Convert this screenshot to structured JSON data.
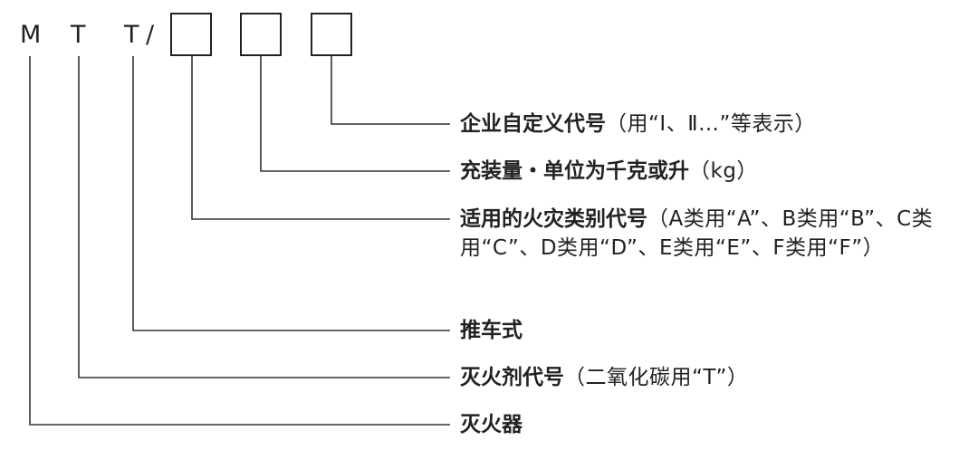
{
  "code": {
    "letter_1": "M",
    "letter_2": "T",
    "letter_3": "T",
    "slash": "/"
  },
  "descriptions": {
    "d1_main": "企业自定义代号",
    "d1_note": "（用“Ⅰ、Ⅱ…”等表示）",
    "d2_main": "充装量・单位为千克或升",
    "d2_note": "（kg）",
    "d3_main": "适用的火灾类别代号",
    "d3_note": "（A类用“A”、B类用“B”、C类用“C”、D类用“D”、E类用“E”、F类用“F”）",
    "d4_main": "推车式",
    "d5_main": "灭火剂代号",
    "d5_note": "（二氧化碳用“T”）",
    "d6_main": "灭火器"
  }
}
